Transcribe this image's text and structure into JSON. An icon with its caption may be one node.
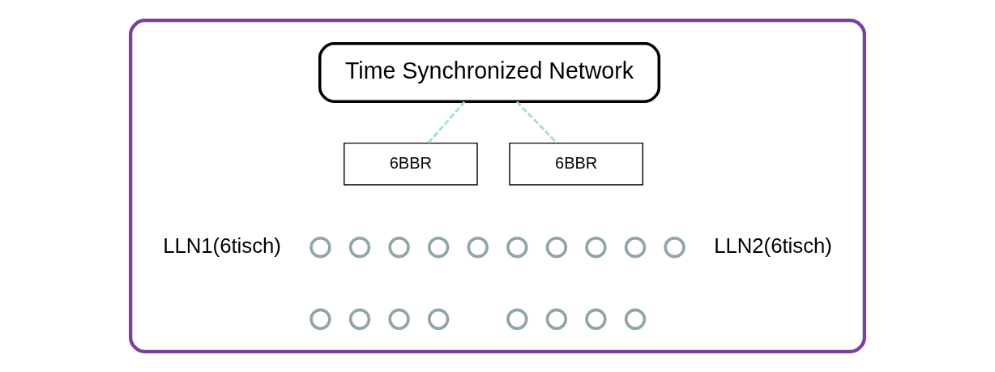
{
  "diagram": {
    "nodes": [
      {
        "text": [],
        "shape": "box"
      },
      {
        "text": [
          "Time Synchronized Network"
        ],
        "in": 0
      },
      {
        "text": [
          "6BBR"
        ],
        "in": 0
      },
      {
        "text": [
          "6BBR"
        ],
        "in": 0
      },
      {
        "text": [],
        "shape": "circle",
        "in": 0
      },
      {
        "text": [],
        "shape": "circle",
        "in": 0
      },
      {
        "text": [],
        "shape": "circle",
        "in": 0
      },
      {
        "text": [],
        "shape": "circle",
        "in": 0
      },
      {
        "text": [],
        "shape": "circle",
        "in": 0
      },
      {
        "text": [],
        "shape": "circle",
        "in": 0
      },
      {
        "text": [],
        "shape": "circle",
        "in": 0
      },
      {
        "text": [],
        "shape": "circle",
        "in": 0
      },
      {
        "text": [],
        "shape": "circle",
        "in": 0
      },
      {
        "text": [],
        "shape": "circle",
        "in": 0
      },
      {
        "text": [],
        "shape": "circle",
        "in": 0
      },
      {
        "text": [],
        "shape": "circle",
        "in": 0
      },
      {
        "text": [],
        "shape": "circle",
        "in": 0
      },
      {
        "text": [],
        "shape": "circle",
        "in": 0
      },
      {
        "text": [],
        "shape": "circle",
        "in": 0
      },
      {
        "text": [],
        "shape": "circle",
        "in": 0
      },
      {
        "text": [],
        "shape": "circle",
        "in": 0
      },
      {
        "text": [],
        "shape": "circle",
        "in": 0
      }
    ],
    "edges": [
      {
        "from": 1,
        "to": 2,
        "arrow": "none",
        "style": "dashed",
        "color": "#a8dcd8"
      },
      {
        "from": 1,
        "to": 3,
        "arrow": "none",
        "style": "dashed",
        "color": "#a8dcd8"
      }
    ],
    "labels": [
      "LLN1(6tisch)",
      "LLN2(6tisch)"
    ]
  }
}
